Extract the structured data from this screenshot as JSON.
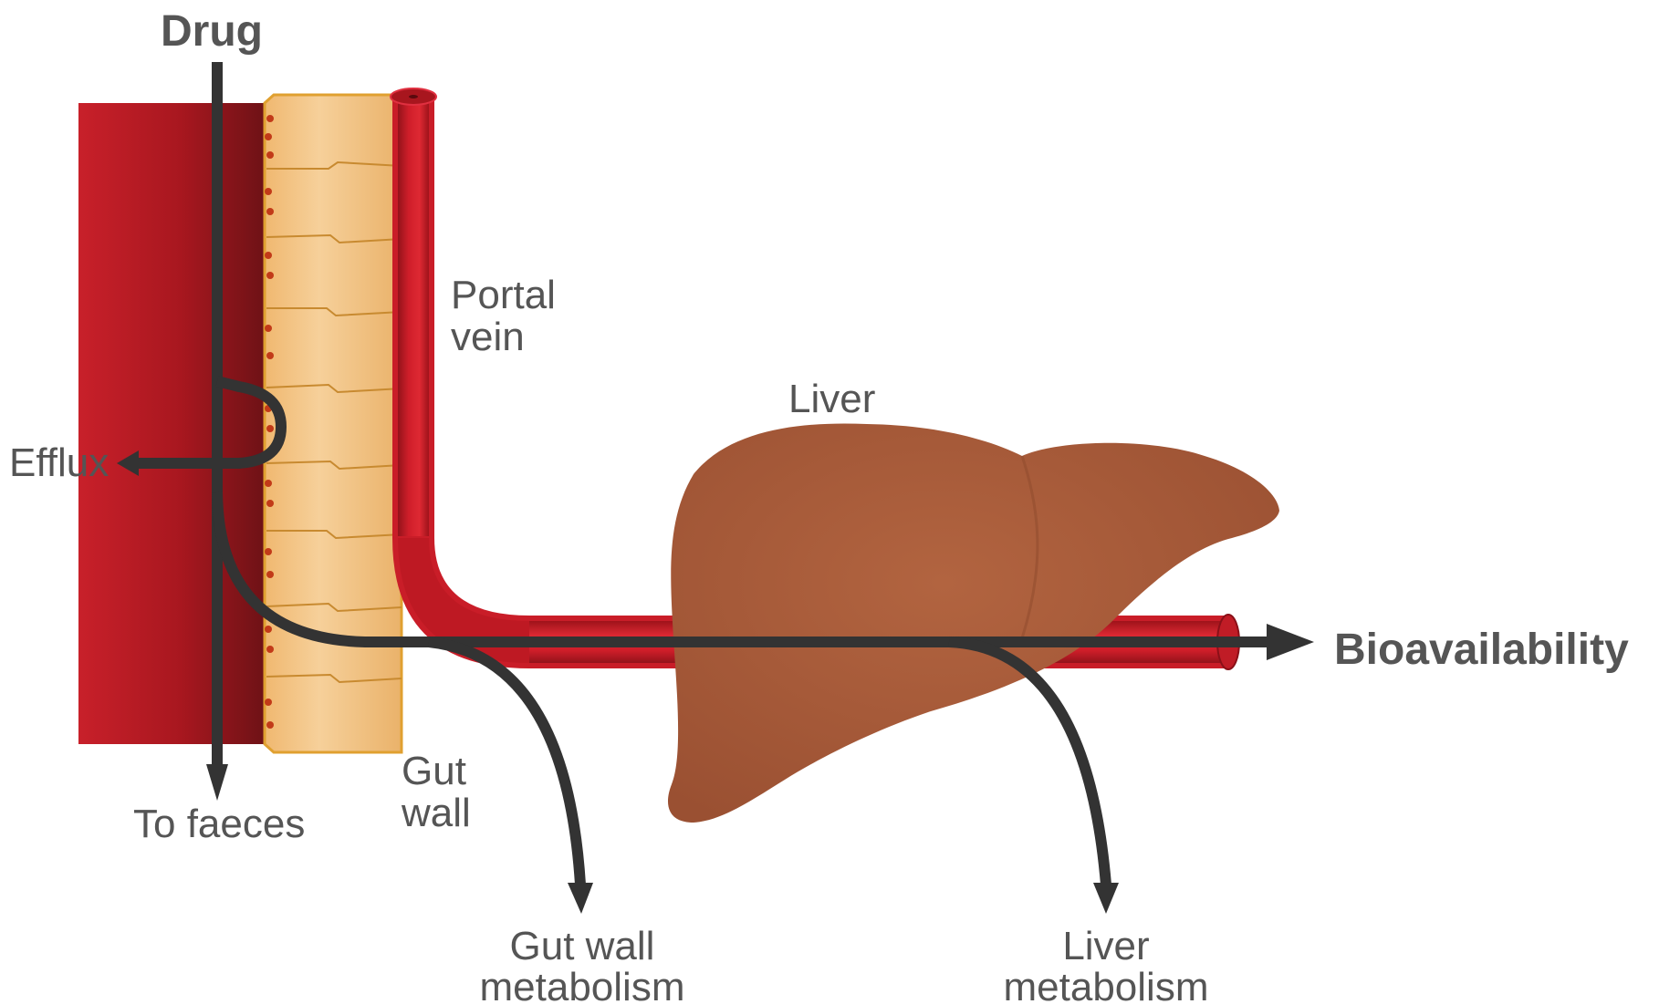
{
  "labels": {
    "drug": "Drug",
    "efflux": "Efflux",
    "portal_vein_line1": "Portal",
    "portal_vein_line2": "vein",
    "liver": "Liver",
    "gut_wall_line1": "Gut",
    "gut_wall_line2": "wall",
    "to_faeces": "To faeces",
    "bioavailability": "Bioavailability",
    "gut_wall_metabolism_line1": "Gut wall",
    "gut_wall_metabolism_line2": "metabolism",
    "liver_metabolism_line1": "Liver",
    "liver_metabolism_line2": "metabolism"
  },
  "colors": {
    "text": "#555555",
    "arrow": "#333333",
    "gut_lumen_red": "#c8202a",
    "gut_lumen_dark": "#7a1418",
    "epithelium_fill": "#f2c98c",
    "epithelium_border": "#e0a030",
    "portal_vein_red": "#d01e2a",
    "portal_vein_dark": "#8e1219",
    "liver_brown": "#a85a38"
  }
}
